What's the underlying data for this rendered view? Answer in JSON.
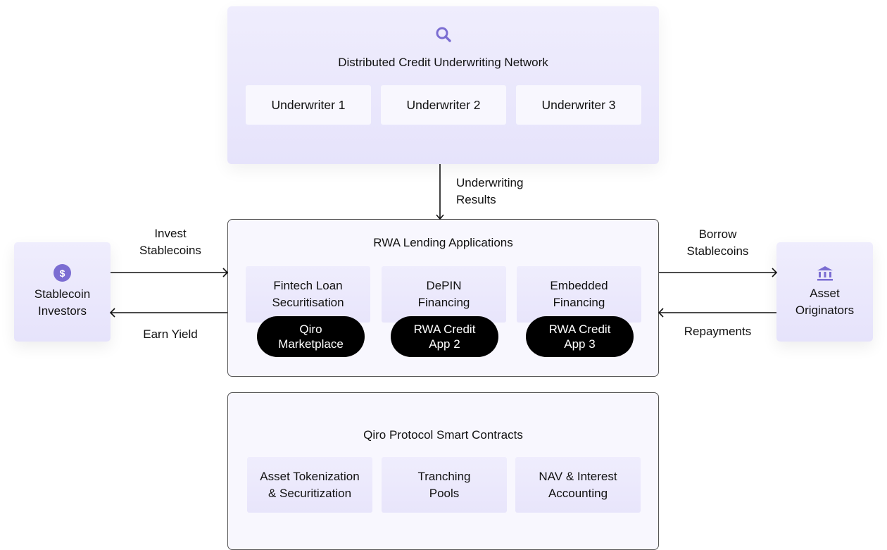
{
  "underwriting_network": {
    "icon": "search-icon",
    "title": "Distributed Credit Underwriting Network",
    "underwriters": [
      "Underwriter 1",
      "Underwriter 2",
      "Underwriter 3"
    ]
  },
  "underwriting_flow_label": [
    "Underwriting",
    "Results"
  ],
  "lending_apps": {
    "title": "RWA Lending Applications",
    "apps": [
      {
        "category": [
          "Fintech Loan",
          "Securitisation"
        ],
        "app": [
          "Qiro",
          "Marketplace"
        ]
      },
      {
        "category": [
          "DePIN",
          "Financing"
        ],
        "app": [
          "RWA Credit",
          "App 2"
        ]
      },
      {
        "category": [
          "Embedded",
          "Financing"
        ],
        "app": [
          "RWA Credit",
          "App 3"
        ]
      }
    ]
  },
  "smart_contracts": {
    "title": "Qiro Protocol Smart Contracts",
    "modules": [
      [
        "Asset Tokenization",
        "& Securitization"
      ],
      [
        "Tranching",
        "Pools"
      ],
      [
        "NAV & Interest",
        "Accounting"
      ]
    ]
  },
  "investors": {
    "icon": "dollar-icon",
    "title": [
      "Stablecoin",
      "Investors"
    ],
    "flow_in_label": [
      "Invest",
      "Stablecoins"
    ],
    "flow_out_label": [
      "Earn Yield"
    ]
  },
  "originators": {
    "icon": "bank-icon",
    "title": [
      "Asset",
      "Originators"
    ],
    "flow_out_label": [
      "Borrow",
      "Stablecoins"
    ],
    "flow_in_label": [
      "Repayments"
    ]
  },
  "colors": {
    "accent": "#7b6dd2",
    "panel": "#ebe8fc",
    "pill": "#000000"
  }
}
